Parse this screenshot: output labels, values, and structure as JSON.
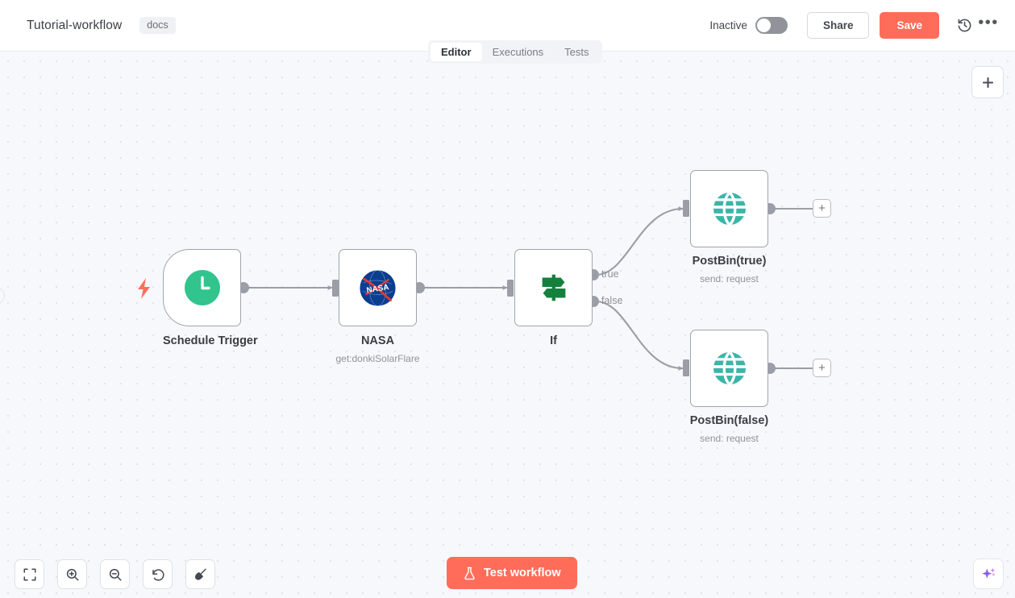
{
  "header": {
    "workflow_title": "Tutorial-workflow",
    "tag": "docs",
    "activation_label": "Inactive",
    "share_label": "Share",
    "save_label": "Save",
    "history_icon": "history-icon",
    "more_icon": "more-options-icon",
    "toggle_state": "off"
  },
  "tabs": [
    {
      "label": "Editor",
      "active": true
    },
    {
      "label": "Executions",
      "active": false
    },
    {
      "label": "Tests",
      "active": false
    }
  ],
  "canvas": {
    "add_node_icon": "plus-icon",
    "nodes": [
      {
        "name": "Schedule Trigger",
        "subtitle": "",
        "icon": "clock-icon",
        "icon_color": "#31c48d",
        "type": "trigger"
      },
      {
        "name": "NASA",
        "subtitle": "get:donkiSolarFlare",
        "icon": "nasa-logo-icon",
        "icon_color": "#0b3d91",
        "type": "action"
      },
      {
        "name": "If",
        "subtitle": "",
        "icon": "signpost-icon",
        "icon_color": "#15803d",
        "type": "condition",
        "outputs": [
          "true",
          "false"
        ]
      },
      {
        "name": "PostBin(true)",
        "subtitle": "send: request",
        "icon": "globe-icon",
        "icon_color": "#3cb5a8",
        "type": "action"
      },
      {
        "name": "PostBin(false)",
        "subtitle": "send: request",
        "icon": "globe-icon",
        "icon_color": "#3cb5a8",
        "type": "action"
      }
    ]
  },
  "toolbar": {
    "buttons": [
      {
        "name": "fit-to-view-button",
        "icon": "fit-screen-icon"
      },
      {
        "name": "zoom-in-button",
        "icon": "zoom-in-icon"
      },
      {
        "name": "zoom-out-button",
        "icon": "zoom-out-icon"
      },
      {
        "name": "reset-zoom-button",
        "icon": "undo-icon"
      },
      {
        "name": "tidy-up-button",
        "icon": "broom-icon"
      }
    ],
    "test_workflow_label": "Test workflow",
    "test_workflow_icon": "flask-icon",
    "ai-assistant_icon": "sparkle-icon"
  },
  "colors": {
    "accent": "#ff6d5a",
    "canvas_bg": "#f7f8fb",
    "node_border": "#a0a4ab",
    "wire": "#9a9ea6"
  }
}
